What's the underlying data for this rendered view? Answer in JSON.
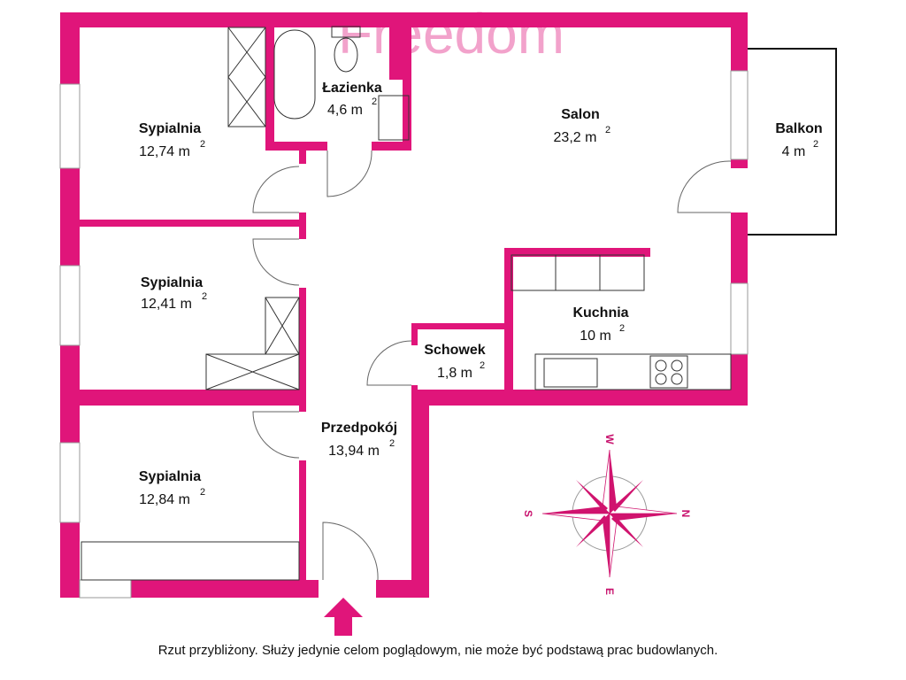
{
  "watermark": "Freedom",
  "rooms": [
    {
      "name": "Sypialnia",
      "area": "12,74 m",
      "unit_sup": "2"
    },
    {
      "name": "Łazienka",
      "area": "4,6 m",
      "unit_sup": "2"
    },
    {
      "name": "Salon",
      "area": "23,2 m",
      "unit_sup": "2"
    },
    {
      "name": "Balkon",
      "area": "4 m",
      "unit_sup": "2"
    },
    {
      "name": "Sypialnia",
      "area": "12,41 m",
      "unit_sup": "2"
    },
    {
      "name": "Kuchnia",
      "area": "10 m",
      "unit_sup": "2"
    },
    {
      "name": "Schowek",
      "area": "1,8 m",
      "unit_sup": "2"
    },
    {
      "name": "Przedpokój",
      "area": "13,94 m",
      "unit_sup": "2"
    },
    {
      "name": "Sypialnia",
      "area": "12,84 m",
      "unit_sup": "2"
    }
  ],
  "compass": {
    "top": "W",
    "right": "N",
    "bottom": "E",
    "left": "S"
  },
  "disclaimer": "Rzut przybliżony. Służy jedynie celom poglądowym, nie może być podstawą prac budowlanych.",
  "colors": {
    "wall": "#e0157a"
  }
}
